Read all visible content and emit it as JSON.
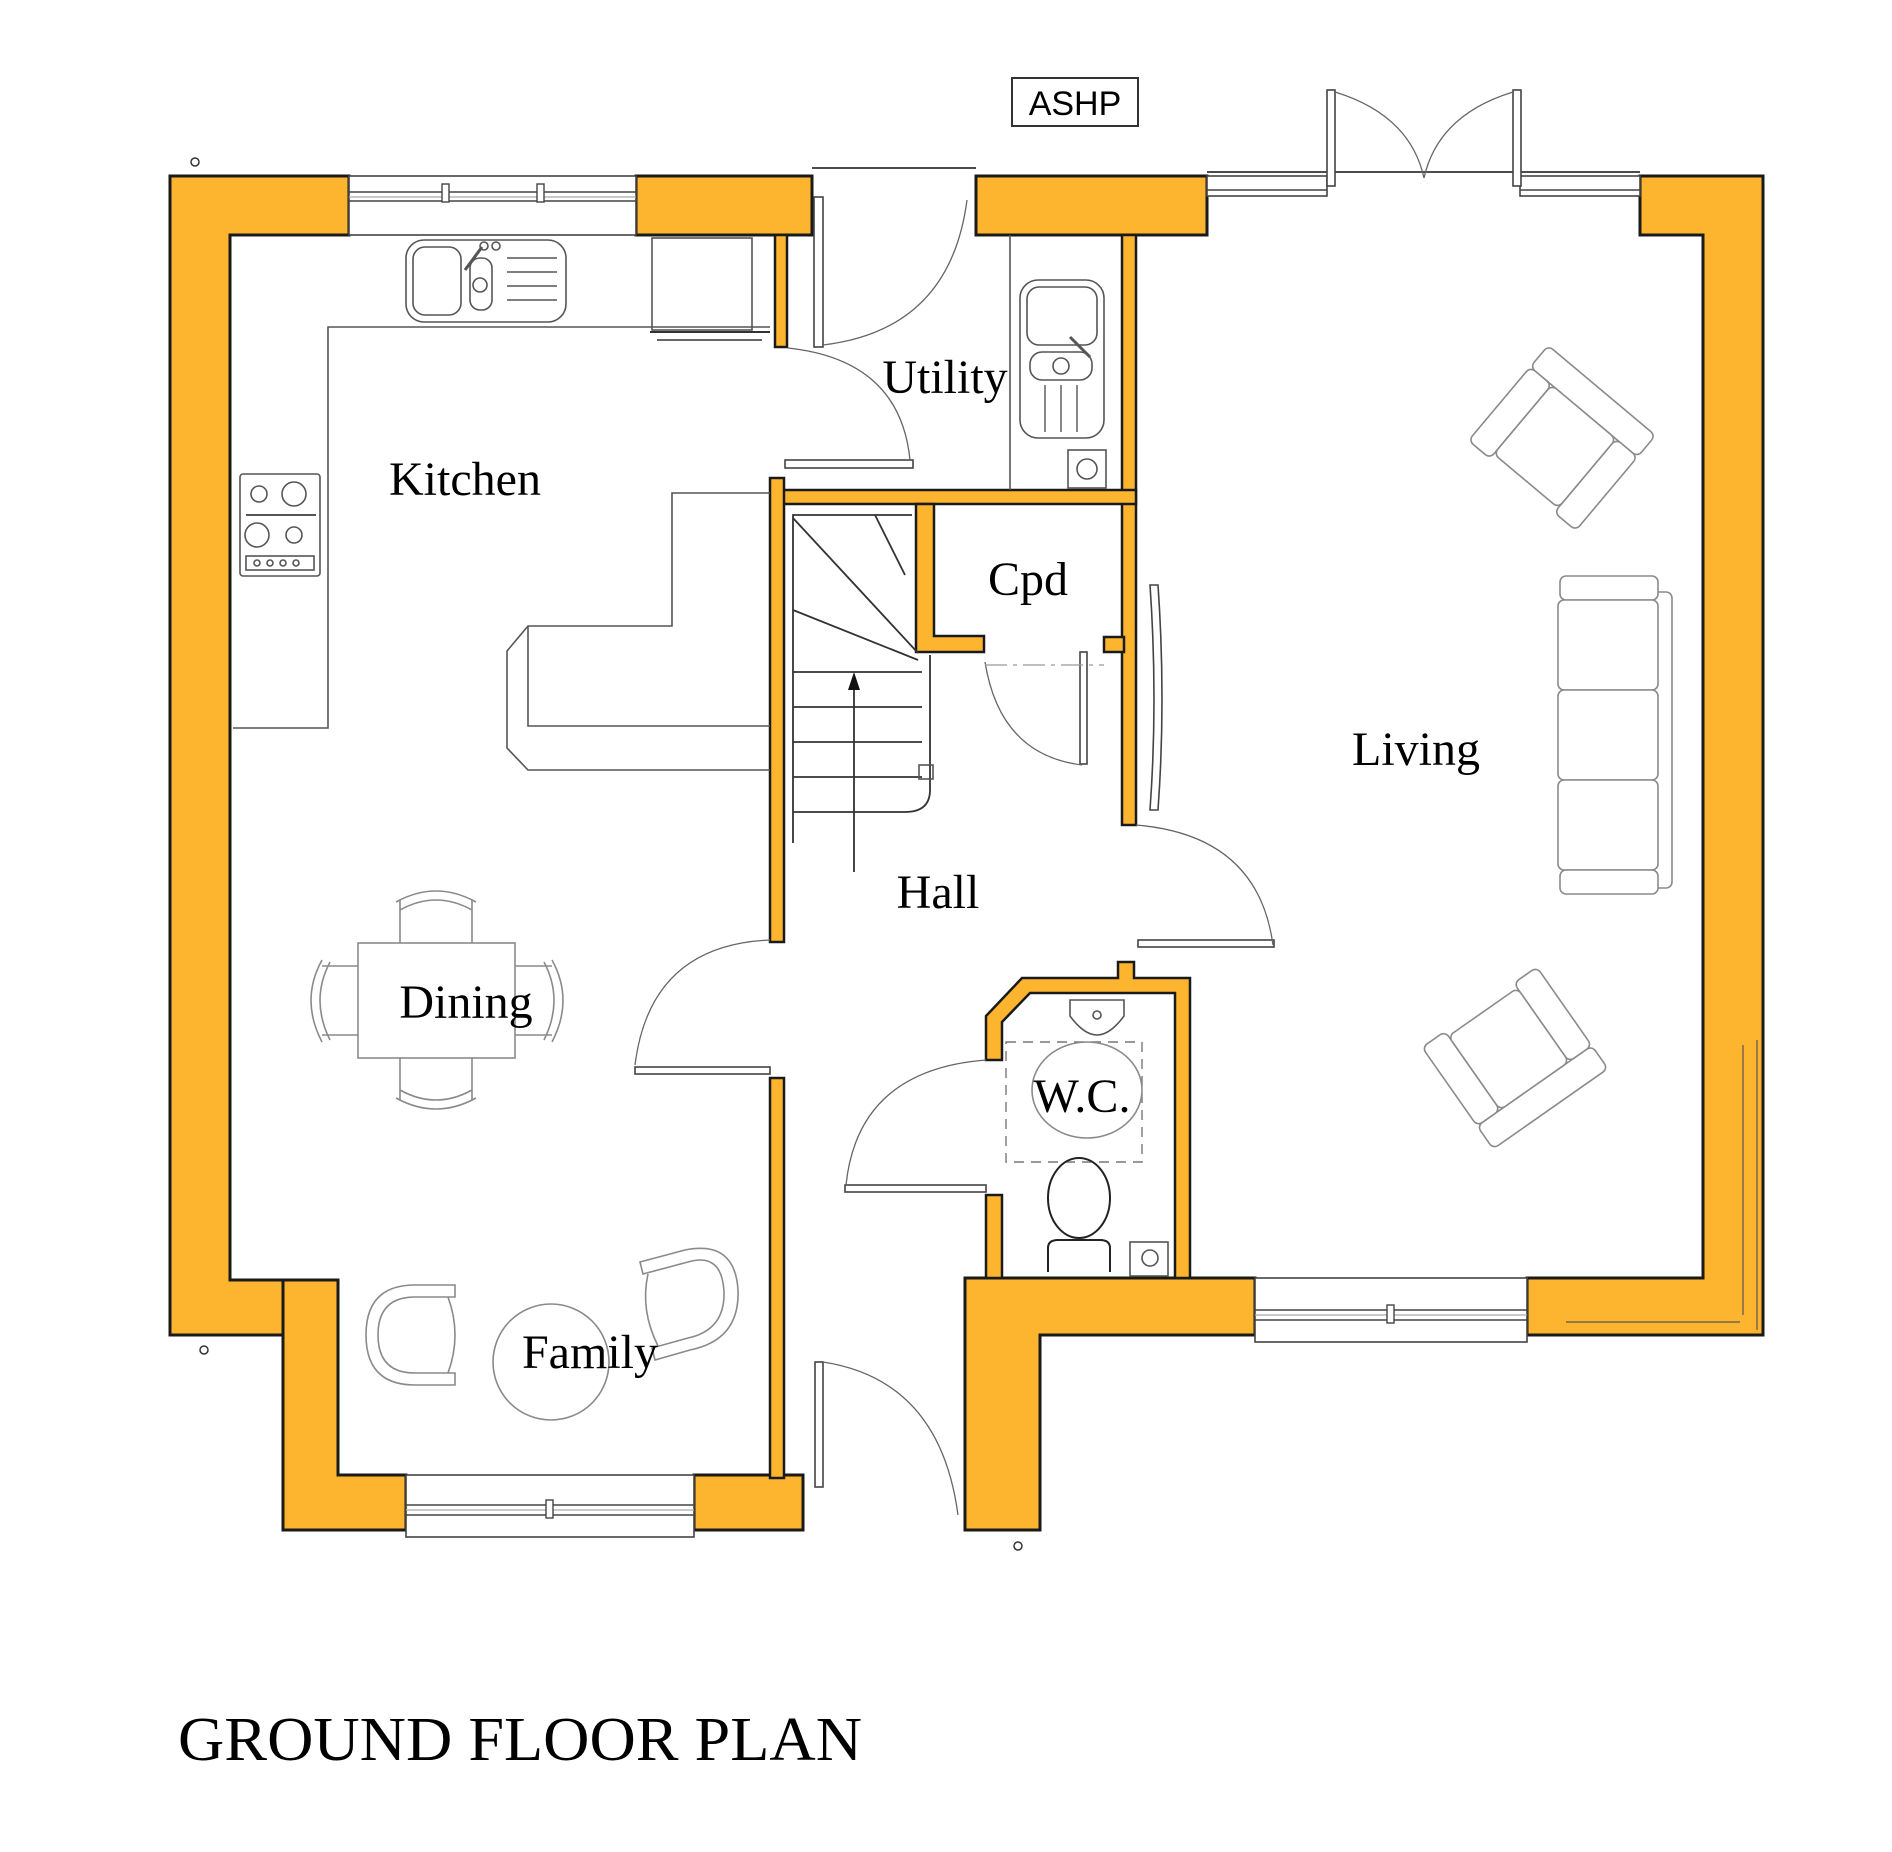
{
  "plan": {
    "title": "GROUND FLOOR PLAN",
    "colors": {
      "wall_fill": "#FDB52F",
      "wall_outline": "#1a1a1a",
      "background": "#ffffff",
      "fixture_line": "#555555",
      "furniture_line": "#8a8a8a"
    },
    "external_equipment": {
      "label": "ASHP"
    },
    "rooms": [
      {
        "id": "kitchen",
        "label": "Kitchen"
      },
      {
        "id": "utility",
        "label": "Utility"
      },
      {
        "id": "cupboard",
        "label": "Cpd"
      },
      {
        "id": "living",
        "label": "Living"
      },
      {
        "id": "hall",
        "label": "Hall"
      },
      {
        "id": "dining",
        "label": "Dining"
      },
      {
        "id": "wc",
        "label": "W.C."
      },
      {
        "id": "family",
        "label": "Family"
      }
    ],
    "fixtures": [
      "kitchen-sink",
      "dishwasher",
      "hob",
      "kitchen-peninsula",
      "utility-sink",
      "washing-machine",
      "staircase",
      "wc-basin",
      "toilet",
      "dining-table-4-chairs",
      "family-round-table",
      "family-chairs",
      "living-armchairs",
      "living-sofa"
    ],
    "openings": [
      "kitchen-window",
      "utility-back-door",
      "living-french-doors",
      "living-side-window",
      "living-front-window",
      "family-window",
      "front-door"
    ]
  }
}
